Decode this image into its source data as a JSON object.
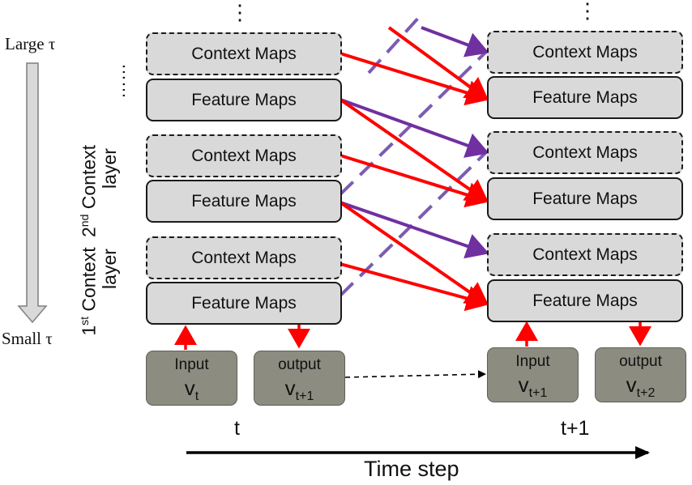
{
  "scale_axis": {
    "top_label": "Large τ",
    "bottom_label": "Small τ"
  },
  "layers": {
    "first": {
      "ordinal": "1",
      "ordinal_suffix": "st",
      "name": "Context",
      "word": "layer"
    },
    "second": {
      "ordinal": "2",
      "ordinal_suffix": "nd",
      "name": "Context",
      "word": "layer"
    }
  },
  "time_t": {
    "label": "t",
    "context_maps": "Context Maps",
    "feature_maps": "Feature Maps",
    "input_caption": "Input",
    "input_var": "v",
    "input_sub": "t",
    "output_caption": "output",
    "output_var": "v",
    "output_sub": "t+1"
  },
  "time_t1": {
    "label": "t+1",
    "context_maps": "Context Maps",
    "feature_maps": "Feature Maps",
    "input_caption": "Input",
    "input_var": "v",
    "input_sub": "t+1",
    "output_caption": "output",
    "output_var": "v",
    "output_sub": "t+2"
  },
  "ellipsis_vertical": "⋮",
  "ellipsis_horizontal": "……",
  "time_axis_label": "Time step",
  "colors": {
    "red_arrow": "#ff0000",
    "purple_arrow": "#7030a0",
    "purple_dashed": "#7b5cb0",
    "box_fill": "#d9d9d9",
    "io_fill": "#8c8c80"
  }
}
